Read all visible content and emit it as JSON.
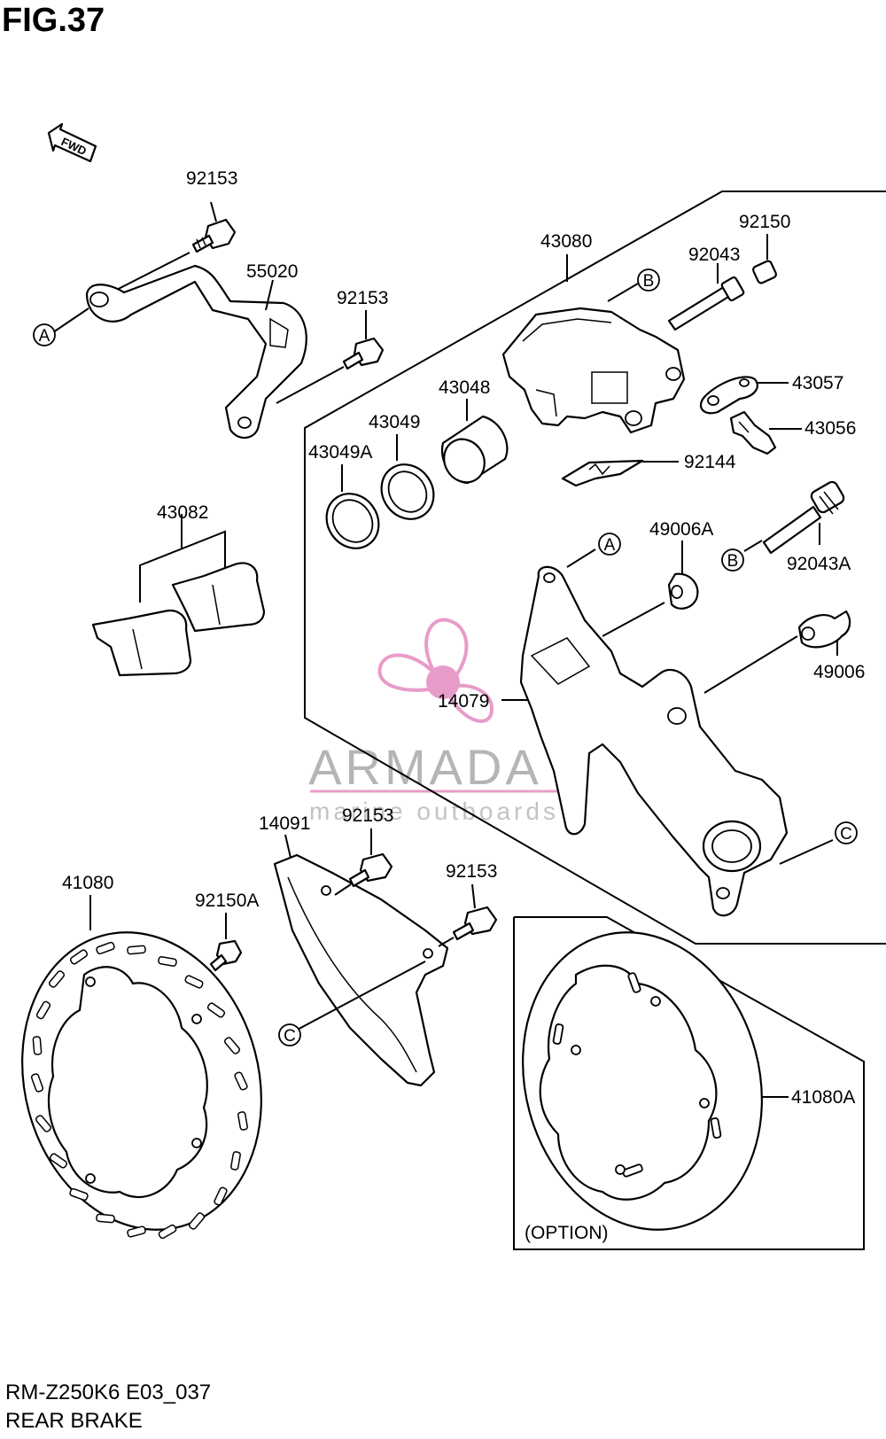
{
  "figure": {
    "title": "FIG.37",
    "model_code": "RM-Z250K6 E03_037",
    "name": "REAR BRAKE",
    "fwd_label": "FWD",
    "option_label": "(OPTION)"
  },
  "watermark": {
    "brand": "ARMADA",
    "tagline": "marine outboards",
    "color": "#e58bc0"
  },
  "parts": [
    "92153",
    "55020",
    "92153",
    "43080",
    "92150",
    "92043",
    "43057",
    "43056",
    "43048",
    "43049",
    "43049A",
    "92144",
    "43082",
    "49006A",
    "92043A",
    "49006",
    "14079",
    "14091",
    "92153",
    "92153",
    "41080",
    "92150A",
    "41080A"
  ],
  "refs": [
    "A",
    "B",
    "C"
  ]
}
